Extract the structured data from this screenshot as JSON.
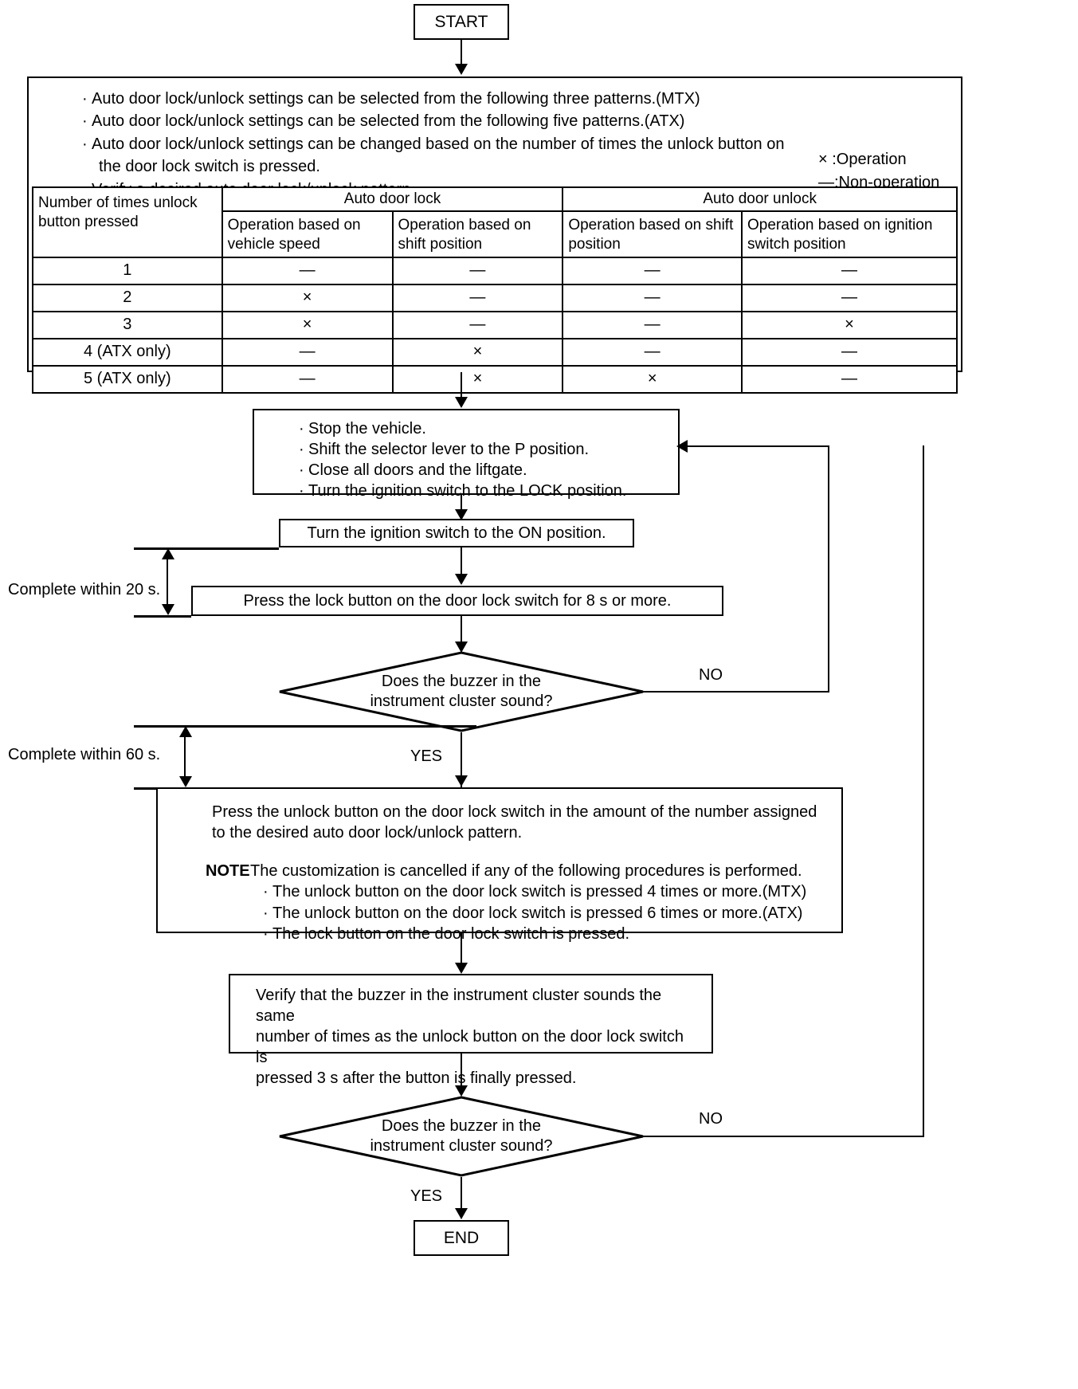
{
  "flowchart": {
    "title_start": "START",
    "title_end": "END",
    "info_box": {
      "bullets": [
        "Auto door lock/unlock settings can be selected from the following three patterns.(MTX)",
        "Auto door lock/unlock settings can be selected from the following five patterns.(ATX)",
        "Auto door lock/unlock settings can be changed based on the number of times the unlock button on",
        "the door lock switch is pressed.",
        "Verify a desired auto door lock/unlock pattern."
      ],
      "legend": {
        "operation": "× :Operation",
        "non_operation": "—:Non-operation"
      }
    },
    "table": {
      "row_header": "Number of times unlock button pressed",
      "group_headers": [
        "Auto door lock",
        "Auto door unlock"
      ],
      "sub_headers": [
        "Operation based on vehicle speed",
        "Operation based on shift position",
        "Operation based on shift position",
        "Operation based on ignition switch position"
      ],
      "rows": [
        {
          "label": "1",
          "values": [
            "—",
            "—",
            "—",
            "—"
          ]
        },
        {
          "label": "2",
          "values": [
            "×",
            "—",
            "—",
            "—"
          ]
        },
        {
          "label": "3",
          "values": [
            "×",
            "—",
            "—",
            "×"
          ]
        },
        {
          "label": "4 (ATX only)",
          "values": [
            "—",
            "×",
            "—",
            "—"
          ]
        },
        {
          "label": "5 (ATX only)",
          "values": [
            "—",
            "×",
            "×",
            "—"
          ]
        }
      ]
    },
    "prep_box": {
      "bullets": [
        "Stop the vehicle.",
        "Shift the selector lever to the P position.",
        "Close all doors and the liftgate.",
        "Turn the ignition switch to the LOCK position."
      ]
    },
    "ignition_on_box": "Turn the ignition switch to the ON position.",
    "press_lock_box": "Press the lock button on the door lock switch for 8 s or more.",
    "timer_20": "Complete within 20 s.",
    "timer_60": "Complete within 60 s.",
    "decision_1": {
      "line1": "Does the buzzer in the",
      "line2": "instrument cluster sound?",
      "yes": "YES",
      "no": "NO"
    },
    "unlock_box": {
      "line1": "Press the unlock button on the door lock switch in the amount of the number assigned",
      "line2": "to the desired auto door lock/unlock pattern.",
      "note_label": "NOTE",
      "note_intro": "The customization is cancelled if any of the following procedures is performed.",
      "note_bullets": [
        "The unlock button on the door lock switch is pressed 4 times or more.(MTX)",
        "The unlock button on the door lock switch is pressed 6 times or more.(ATX)",
        "The lock button on the door lock switch is pressed."
      ]
    },
    "verify_box": {
      "line1": "Verify that the buzzer in the instrument cluster sounds the same",
      "line2": "number of times as the unlock button on the door lock switch is",
      "line3": "pressed 3 s after the button is finally pressed."
    },
    "decision_2": {
      "line1": "Does the buzzer in the",
      "line2": "instrument cluster sound?",
      "yes": "YES",
      "no": "NO"
    }
  }
}
